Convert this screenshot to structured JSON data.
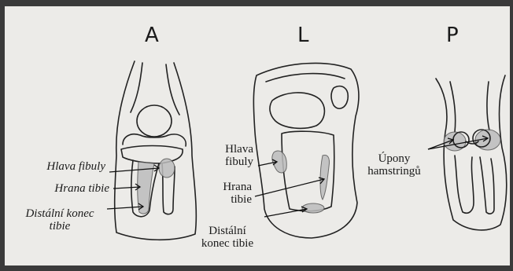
{
  "panels": {
    "anterior": {
      "heading": "A",
      "labels": {
        "fibula_head": "Hlava fibuly",
        "tibia_edge": "Hrana tibie",
        "distal_end_line1": "Distální konec",
        "distal_end_line2": "tibie"
      }
    },
    "lateral": {
      "heading": "L",
      "labels": {
        "fibula_head_line1": "Hlava",
        "fibula_head_line2": "fibuly",
        "tibia_edge_line1": "Hrana",
        "tibia_edge_line2": "tibie",
        "distal_end_line1": "Distální",
        "distal_end_line2": "konec tibie"
      }
    },
    "posterior": {
      "heading": "P",
      "labels": {
        "hamstring_line1": "Úpony",
        "hamstring_line2": "hamstringů"
      }
    }
  },
  "colors": {
    "paper": "#ecebe8",
    "ink": "#1a1a1a",
    "shading": "#bdbdbd"
  }
}
